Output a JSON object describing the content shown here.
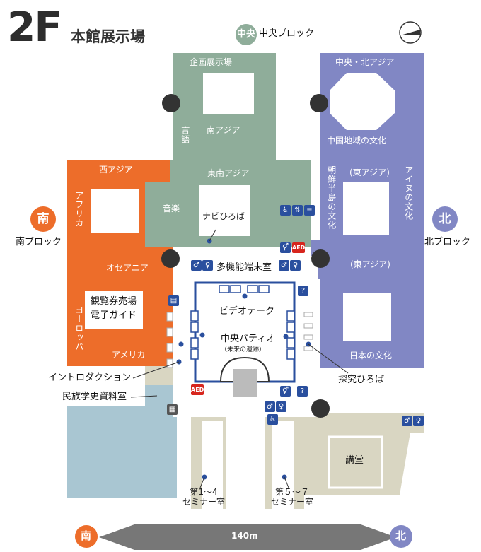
{
  "header": {
    "floor": "2F",
    "subtitle": "本館展示場"
  },
  "blocks": {
    "center": {
      "badge": "中央",
      "label": "中央ブロック",
      "color": "#8fad9a"
    },
    "south": {
      "badge": "南",
      "label": "南ブロック",
      "color": "#ed6d2a"
    },
    "north": {
      "badge": "北",
      "label": "北ブロック",
      "color": "#8187c4"
    }
  },
  "rooms": {
    "special_exhibit": "企画展示場",
    "language": "言語",
    "south_asia": "南アジア",
    "southeast_asia": "東南アジア",
    "music": "音楽",
    "navi_hiroba": "ナビひろば",
    "west_asia": "西アジア",
    "africa": "アフリカ",
    "oceania": "オセアニア",
    "europe": "ヨーロッパ",
    "america": "アメリカ",
    "ticket": "観覧券売場",
    "guide": "電子ガイド",
    "multi_terminal": "多機能端末室",
    "video_theque": "ビデオテーク",
    "central_patio": "中央パティオ",
    "central_patio_sub": "（未来の遺跡）",
    "central_north_asia": "中央・北アジア",
    "china": "中国地域の文化",
    "east_asia_1": "(東アジア)",
    "korea": "朝鮮半島の文化",
    "ainu": "アイヌの文化",
    "east_asia_2": "(東アジア)",
    "japan": "日本の文化",
    "introduction": "イントロダクション",
    "ethnology_library": "民族学史資料室",
    "discovery_hiroba": "探究ひろば",
    "auditorium": "講堂",
    "seminar_1_4": "第1～4\nセミナー室",
    "seminar_5_7": "第５～７\nセミナー室"
  },
  "facilities": {
    "aed": "AED"
  },
  "scale": {
    "label": "140m",
    "left": "南",
    "right": "北"
  },
  "colors": {
    "orange": "#ed6d2a",
    "green": "#8fad9a",
    "purple": "#8187c4",
    "beige": "#d9d6c2",
    "light_blue": "#a9c6d2",
    "dark": "#333333",
    "blue_icon": "#2a4f9e",
    "red_icon": "#d7261e"
  }
}
